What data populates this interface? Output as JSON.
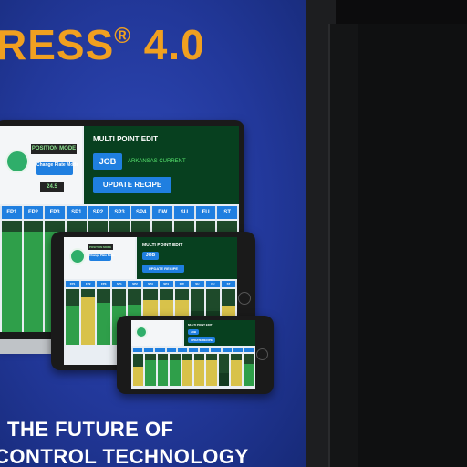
{
  "poster": {
    "headline": "RESS",
    "reg": "®",
    "version": "4.0",
    "tagline_1": "THE FUTURE OF",
    "tagline_2": "CONTROL TECHNOLOGY"
  },
  "colors": {
    "poster_blue": "#22389a",
    "headline_orange": "#f0a020",
    "ui_blue": "#1f7fe0",
    "ui_dark_green": "#07401f",
    "bar_green": "#2f9f4a",
    "bar_yellow": "#d8c24a"
  },
  "app": {
    "screen_title": "MULTI POINT EDIT",
    "job_button": "JOB",
    "job_value": "ARKANSAS CURRENT",
    "update_button": "UPDATE RECIPE",
    "position_mode": "POSITION MODE",
    "change_mode_button": "Change Plate Mode",
    "value_display": "24.5",
    "tabs": [
      "FP1",
      "FP2",
      "FP3",
      "SP1",
      "SP2",
      "SP3",
      "SP4",
      "DW",
      "SU",
      "FU",
      "ST"
    ]
  },
  "laptop_bars": [
    {
      "level": 0.9,
      "color": "green"
    },
    {
      "level": 0.9,
      "color": "green"
    },
    {
      "level": 0.9,
      "color": "green"
    },
    {
      "level": 0.2,
      "color": "dark"
    },
    {
      "level": 0.2,
      "color": "dark"
    },
    {
      "level": 0.2,
      "color": "dark"
    },
    {
      "level": 0.2,
      "color": "dark"
    },
    {
      "level": 0.2,
      "color": "dark"
    },
    {
      "level": 0.2,
      "color": "dark"
    },
    {
      "level": 0.2,
      "color": "dark"
    },
    {
      "level": 0.2,
      "color": "dark"
    }
  ],
  "tablet_bars": [
    {
      "level": 0.7,
      "color": "green"
    },
    {
      "level": 0.85,
      "color": "yellow"
    },
    {
      "level": 0.75,
      "color": "green"
    },
    {
      "level": 0.7,
      "color": "green"
    },
    {
      "level": 0.72,
      "color": "green"
    },
    {
      "level": 0.8,
      "color": "yellow"
    },
    {
      "level": 0.8,
      "color": "yellow"
    },
    {
      "level": 0.8,
      "color": "yellow"
    },
    {
      "level": 0.6,
      "color": "dark"
    },
    {
      "level": 0.6,
      "color": "dark"
    },
    {
      "level": 0.7,
      "color": "yellow"
    }
  ],
  "phone_bars": [
    {
      "level": 0.6,
      "color": "yellow"
    },
    {
      "level": 0.8,
      "color": "green"
    },
    {
      "level": 0.8,
      "color": "green"
    },
    {
      "level": 0.8,
      "color": "green"
    },
    {
      "level": 0.8,
      "color": "yellow"
    },
    {
      "level": 0.8,
      "color": "yellow"
    },
    {
      "level": 0.8,
      "color": "yellow"
    },
    {
      "level": 0.4,
      "color": "dark"
    },
    {
      "level": 0.8,
      "color": "yellow"
    },
    {
      "level": 0.7,
      "color": "green"
    }
  ]
}
